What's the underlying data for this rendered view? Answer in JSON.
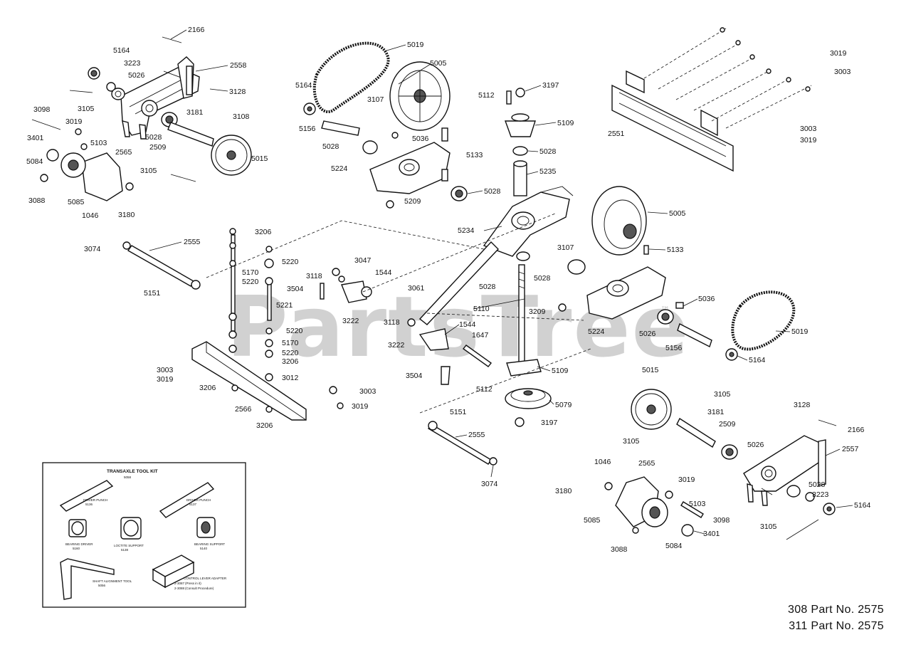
{
  "watermark": {
    "text": "PartsTree",
    "trademark": "™"
  },
  "footer": {
    "line1": "308 Part No. 2575",
    "line2": "311 Part No. 2575"
  },
  "kit": {
    "title": "TRANSAXLE TOOL KIT",
    "number": "5058",
    "items": [
      {
        "label": "DRIVER PUNCH",
        "num": "5136"
      },
      {
        "label": "DRIVER PUNCH",
        "num": "5137"
      },
      {
        "label": "BEARING DRIVER",
        "num": "5160"
      },
      {
        "label": "LOCTITE SUPPORT",
        "num": "5138"
      },
      {
        "label": "BEARING SUPPORT",
        "num": "5140"
      },
      {
        "label": "SHAFT ALIGNMENT TOOL",
        "num": "5056"
      },
      {
        "label": "CONTROL LEVER ADAPTER",
        "num": "2-3087",
        "note": "(Press in it)"
      },
      {
        "label": "",
        "num": "2-3088",
        "note": "(Consult Procedure)"
      }
    ]
  },
  "callouts": [
    "2166",
    "5164",
    "3223",
    "5026",
    "2558",
    "3128",
    "3105",
    "3181",
    "3098",
    "3019",
    "5103",
    "5028",
    "2509",
    "3401",
    "2565",
    "5015",
    "5084",
    "3105",
    "3088",
    "5085",
    "1046",
    "3180",
    "5019",
    "5005",
    "5164",
    "3107",
    "3108",
    "5036",
    "5156",
    "5028",
    "5133",
    "5224",
    "5028",
    "5209",
    "5112",
    "3197",
    "5109",
    "5028",
    "5235",
    "5234",
    "3019",
    "3003",
    "2551",
    "3003",
    "3019",
    "3206",
    "2555",
    "5220",
    "3074",
    "5170",
    "5220",
    "3118",
    "3047",
    "1544",
    "5151",
    "5221",
    "3504",
    "3222",
    "3061",
    "5028",
    "5110",
    "3118",
    "3222",
    "1544",
    "1647",
    "3504",
    "5112",
    "5109",
    "5079",
    "3197",
    "5151",
    "2555",
    "3074",
    "5005",
    "5133",
    "3107",
    "5028",
    "5036",
    "3209",
    "5224",
    "5026",
    "5019",
    "5156",
    "5164",
    "5220",
    "5170",
    "5220",
    "3206",
    "3003",
    "3012",
    "3019",
    "3206",
    "2566",
    "3206",
    "3003",
    "3019",
    "5015",
    "3105",
    "3181",
    "2509",
    "3105",
    "3128",
    "2166",
    "2557",
    "5026",
    "1046",
    "2565",
    "3019",
    "3180",
    "5103",
    "3098",
    "5028",
    "3223",
    "5164",
    "5085",
    "3401",
    "3088",
    "5084",
    "3105"
  ]
}
